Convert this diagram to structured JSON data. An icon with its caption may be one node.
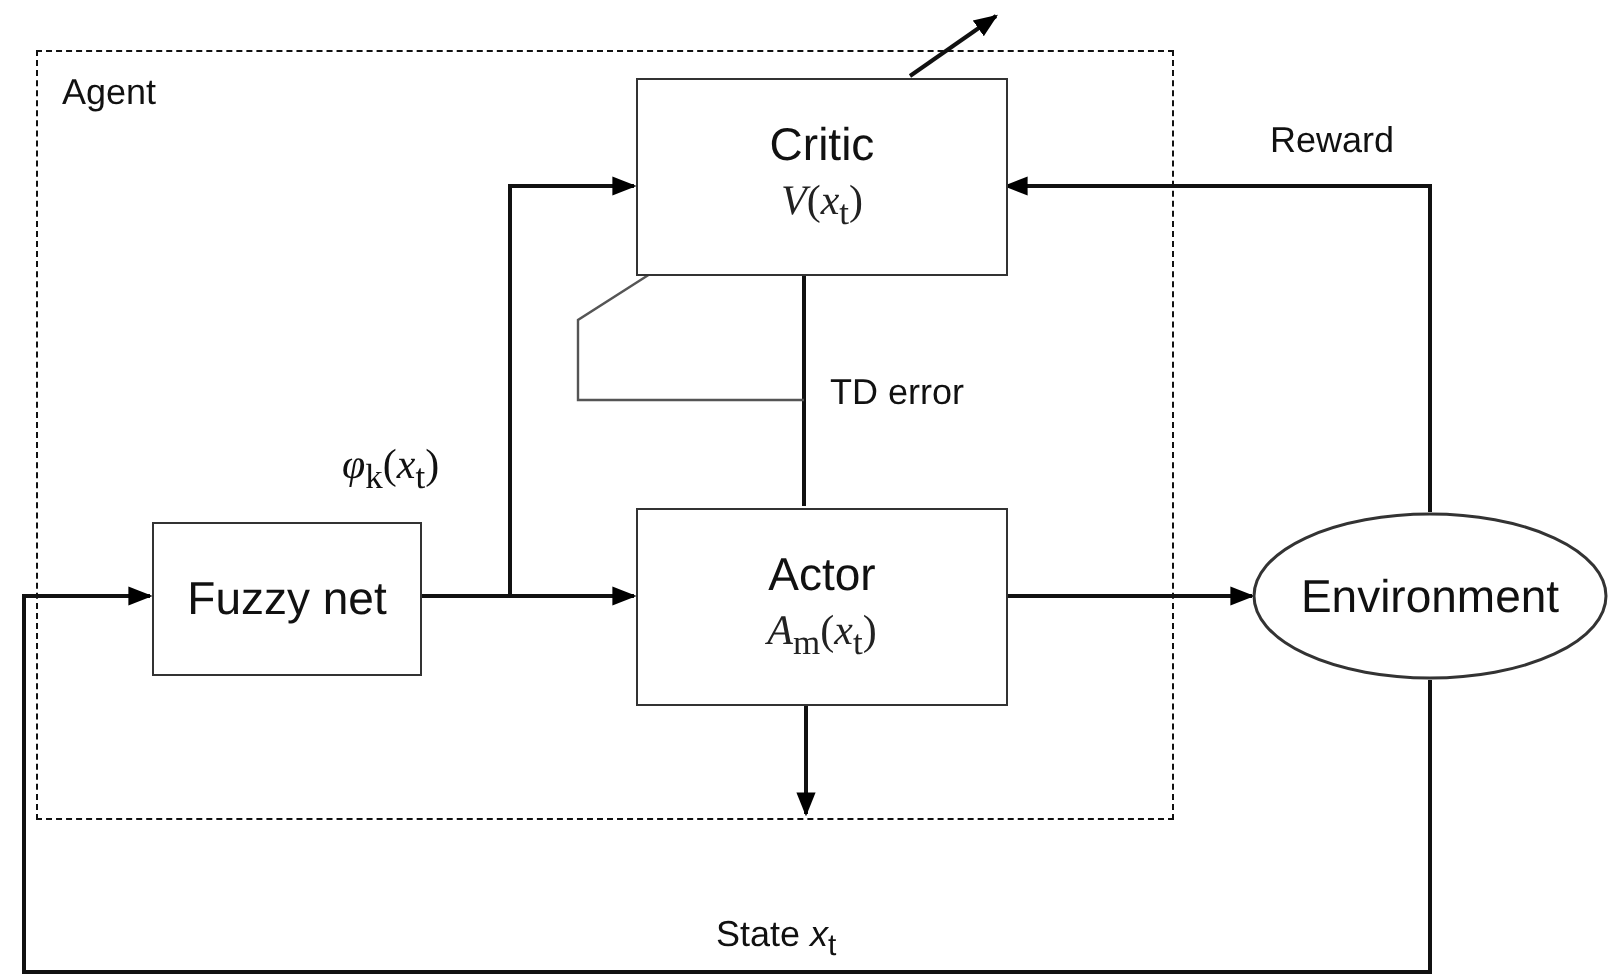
{
  "diagram": {
    "nodes": [
      {
        "text": [
          "Agent"
        ]
      },
      {
        "text": [
          "Critic",
          "*V*(*x*$_{t}$)"
        ],
        "in": 0
      },
      {
        "text": [
          "Actor",
          "*A*$_{m}$(*x*$_{t}$)"
        ],
        "in": 0
      },
      {
        "text": [
          "Fuzzy net"
        ],
        "in": 0
      },
      {
        "text": [
          "Environment"
        ]
      }
    ],
    "edges": [
      {
        "from": 3,
        "to": 2,
        "arrow": "to",
        "label": "*φ*$_{k}$(*x*$_{t}$)"
      },
      {
        "from": 3,
        "to": 1,
        "arrow": "to"
      },
      {
        "from": 2,
        "to": 4,
        "arrow": "to"
      },
      {
        "from": 4,
        "to": 1,
        "arrow": "to",
        "label": "Reward"
      },
      {
        "from": 4,
        "to": 3,
        "arrow": "to",
        "label": "State *x*$_{t}$"
      },
      {
        "from": 1,
        "to": 2,
        "arrow": "none",
        "label": "TD error"
      },
      {
        "from": 2,
        "to": null,
        "arrow": "to"
      },
      {
        "from": 1,
        "to": null,
        "arrow": "to"
      }
    ]
  }
}
